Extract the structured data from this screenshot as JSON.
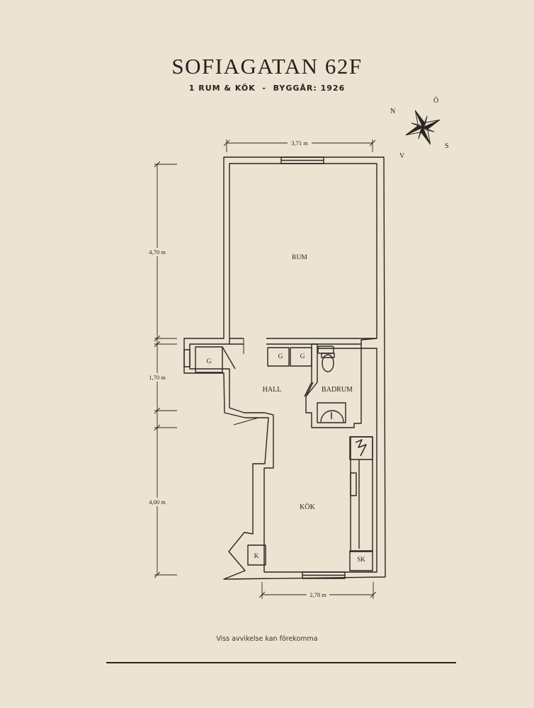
{
  "header": {
    "title": "SOFIAGATAN 62F",
    "subtitle": "1 RUM & KÖK  -  BYGGÅR: 1926"
  },
  "compass": {
    "north": "N",
    "east": "Ö",
    "south": "S",
    "west": "V"
  },
  "rooms": {
    "rum": "RUM",
    "hall": "HALL",
    "badrum": "BADRUM",
    "kok": "KÖK",
    "garderob_hall": "G",
    "garderob_1": "G",
    "garderob_2": "G",
    "kyl": "K",
    "skap": "SK"
  },
  "dimensions": {
    "top_width": "3,71 m",
    "bottom_width": "2,78 m",
    "rum_height": "4,70 m",
    "hall_height": "1,70 m",
    "kok_height": "4,00 m"
  },
  "footer": {
    "note": "Viss avvikelse kan förekomma"
  },
  "colors": {
    "background": "#ece3d2",
    "ink": "#2a2522"
  }
}
